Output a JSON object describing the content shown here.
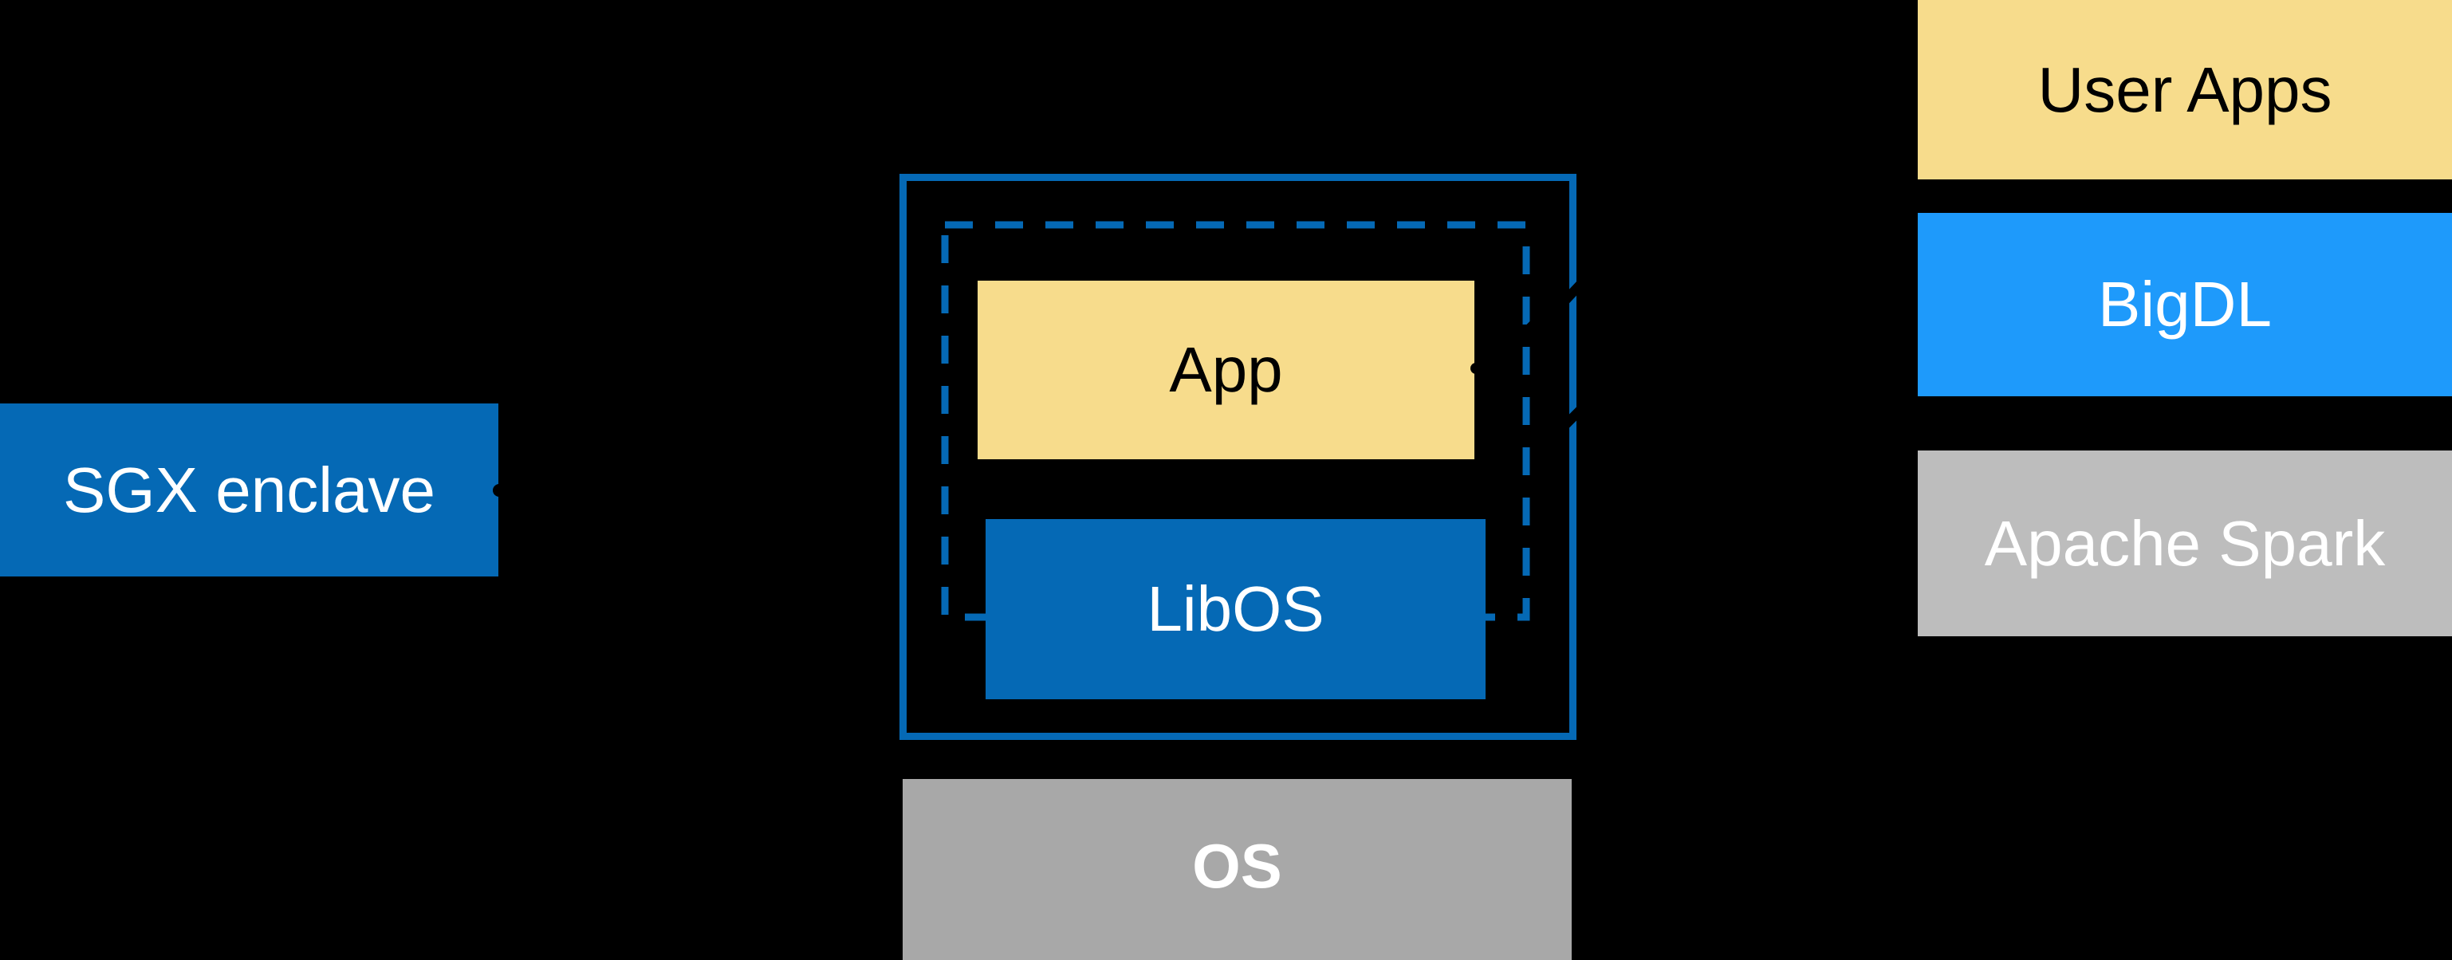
{
  "diagram": {
    "background_color": "#000000",
    "accent_blue": "#0569B5",
    "sgx": {
      "label": "SGX enclave",
      "fill": "#0569B5",
      "text_color": "#FFFFFF"
    },
    "enclave_container": {
      "border_color": "#0569B5",
      "border_style": "solid"
    },
    "enclave_dashed_region": {
      "border_color": "#0569B5",
      "border_style": "dashed"
    },
    "app": {
      "label": "App",
      "fill": "#F7DC8C",
      "text_color": "#000000"
    },
    "libos": {
      "label": "LibOS",
      "fill": "#0569B5",
      "text_color": "#FFFFFF"
    },
    "os": {
      "label": "OS",
      "fill": "#A8A8A8",
      "text_color": "#FFFFFF"
    },
    "stack": [
      {
        "id": "user-apps",
        "label": "User Apps",
        "fill": "#F7DC8C",
        "text_color": "#000000"
      },
      {
        "id": "bigdl",
        "label": "BigDL",
        "fill": "#1E9AFB",
        "text_color": "#FFFFFF"
      },
      {
        "id": "apache-spark",
        "label": "Apache Spark",
        "fill": "#BDBDBD",
        "text_color": "#FFFFFF"
      }
    ]
  }
}
